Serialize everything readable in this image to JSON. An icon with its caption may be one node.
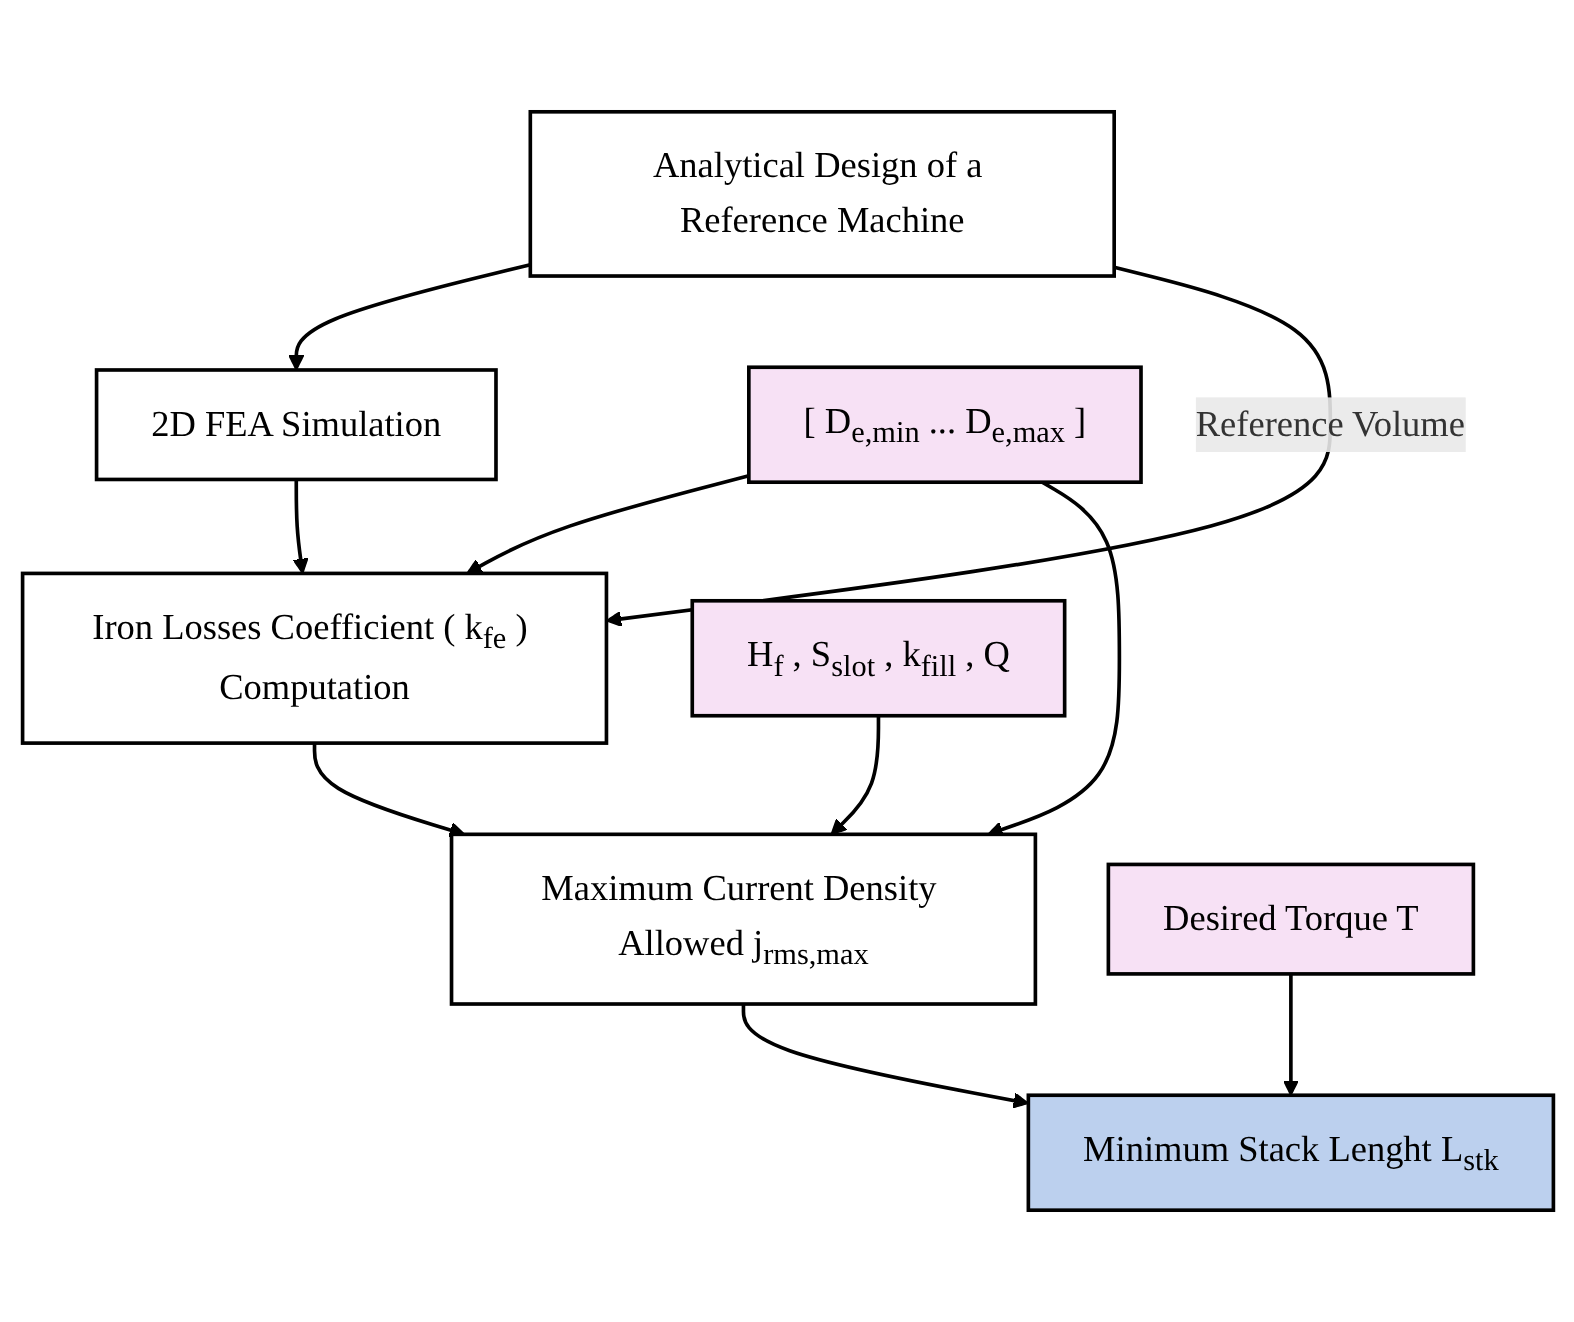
{
  "diagram": {
    "nodes": [
      {
        "text": [
          "Analytical Design of a Reference Machine"
        ]
      },
      {
        "text": [
          "2D FEA Simulation"
        ]
      },
      {
        "text": [
          "Iron Losses Coefficient ( k$_{fe}$ ) Computation"
        ]
      },
      {
        "text": [
          "[ D$_{e,min}$ ... D$_{e,max}$ ]"
        ]
      },
      {
        "text": [
          "H$_{f}$ , S$_{slot}$ , k$_{fill}$ , Q"
        ]
      },
      {
        "text": [
          "Maximum Current Density Allowed j$_{rms,max}$"
        ]
      },
      {
        "text": [
          "Desired Torque T"
        ]
      },
      {
        "text": [
          "Minimum Stack Lenght L$_{stk}$"
        ]
      }
    ],
    "edges": [
      {
        "from": 0,
        "to": 1,
        "arrow": "to"
      },
      {
        "from": 1,
        "to": 2,
        "arrow": "to"
      },
      {
        "from": 0,
        "to": 2,
        "arrow": "to",
        "label": "Reference Volume"
      },
      {
        "from": 3,
        "to": 2,
        "arrow": "to"
      },
      {
        "from": 3,
        "to": 5,
        "arrow": "to"
      },
      {
        "from": 2,
        "to": 5,
        "arrow": "to"
      },
      {
        "from": 4,
        "to": 5,
        "arrow": "to"
      },
      {
        "from": 5,
        "to": 7,
        "arrow": "to"
      },
      {
        "from": 6,
        "to": 7,
        "arrow": "to"
      }
    ]
  }
}
